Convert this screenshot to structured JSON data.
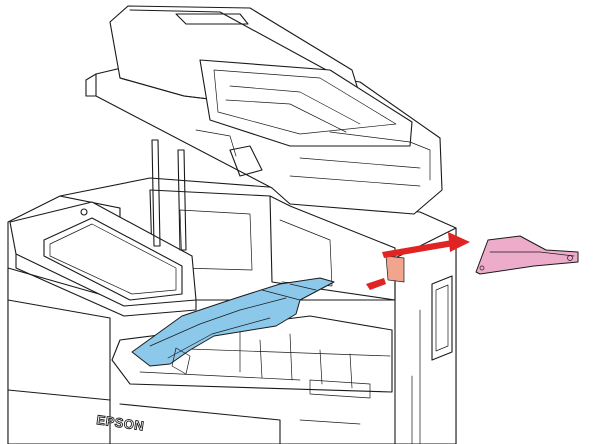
{
  "diagram": {
    "brand_text": "EPSON",
    "colors": {
      "paper_guide": "#8cc8ea",
      "removed_part": "#eeaccb",
      "arrow": "#e02424",
      "tab": "#f2a58e",
      "outline": "#1a1a1a"
    },
    "icons": {
      "scanner_unit": "adf-scanner-raised",
      "control_panel": "touch-screen-panel",
      "highlighted_part": "paper-guide",
      "removed_part": "cover-part",
      "arrow": "remove-arrow"
    }
  }
}
